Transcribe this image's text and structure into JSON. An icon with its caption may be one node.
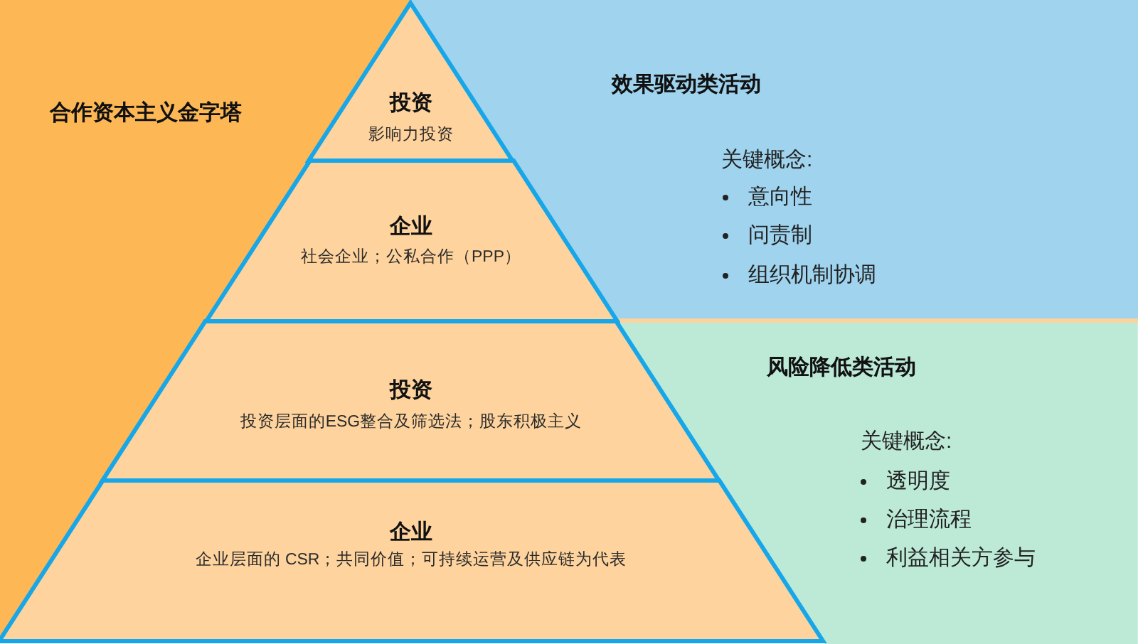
{
  "diagram": {
    "nodes": [
      {
        "text": [
          "合作资本主义金字塔"
        ]
      },
      {
        "text": [
          "投资",
          "影响力投资"
        ]
      },
      {
        "text": [
          "企业",
          "社会企业；公私合作（PPP）"
        ]
      },
      {
        "text": [
          "投资",
          "投资层面的ESG整合及筛选法；股东积极主义"
        ]
      },
      {
        "text": [
          "企业",
          "企业层面的 CSR；共同价值；可持续运营及供应链为代表"
        ]
      },
      {
        "text": [
          "效果驱动类活动",
          "关键概念:",
          "意向性",
          "问责制",
          "组织机制协调"
        ]
      },
      {
        "text": [
          "风险降低类活动",
          "关键概念:",
          "透明度",
          "治理流程",
          "利益相关方参与"
        ]
      }
    ]
  }
}
